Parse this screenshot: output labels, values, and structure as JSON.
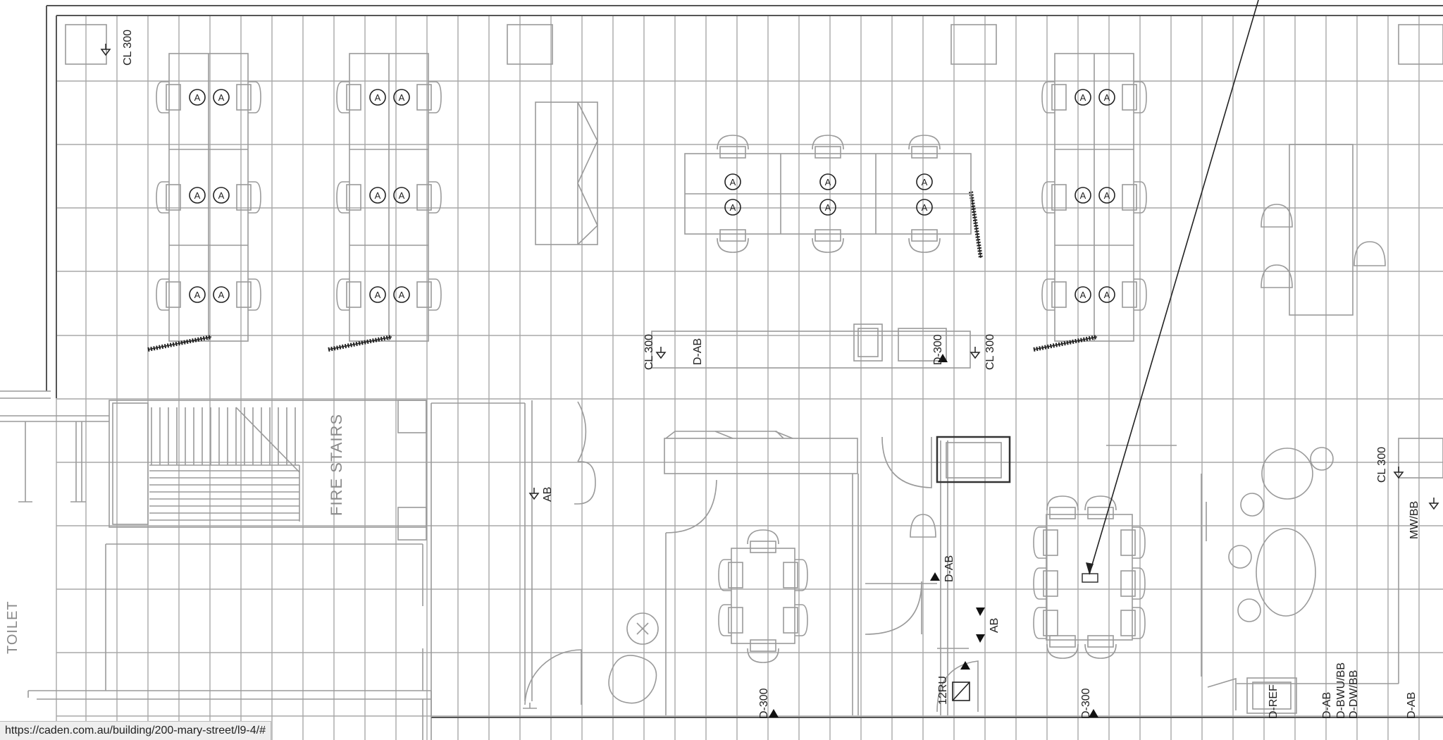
{
  "labels": {
    "fire_stairs": "FIRE  STAIRS",
    "toilet": "TOILET",
    "cl300": "CL 300",
    "ab": "AB",
    "d_ab": "D-AB",
    "d_300": "D-300",
    "mw_bb": "MW/BB",
    "rack": "12RU",
    "d_ref": "D-REF",
    "d_bwu_bb": "D-BWU/BB",
    "d_dw_bb": "D-DW/BB",
    "workstation_marker": "A"
  },
  "status_url": "https://caden.com.au/building/200-mary-street/l9-4/#"
}
